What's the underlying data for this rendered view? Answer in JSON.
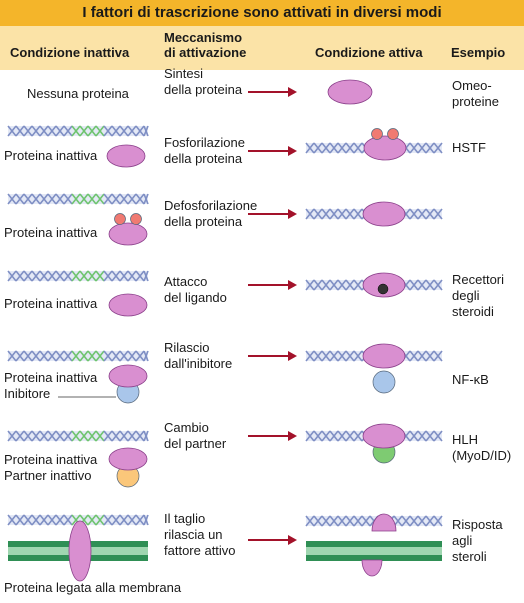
{
  "title": "I fattori di trascrizione sono attivati in diversi modi",
  "headers": {
    "inactive": "Condizione inattiva",
    "mechanism_line1": "Meccanismo",
    "mechanism_line2": "di attivazione",
    "active": "Condizione attiva",
    "example": "Esempio"
  },
  "rows": [
    {
      "inactive": [
        "Nessuna proteina"
      ],
      "mechanism": [
        "Sintesi",
        "della proteina"
      ],
      "example": [
        "Omeo-",
        "proteine"
      ]
    },
    {
      "inactive": [
        "Proteina inattiva"
      ],
      "mechanism": [
        "Fosforilazione",
        "della proteina"
      ],
      "example": [
        "HSTF"
      ]
    },
    {
      "inactive": [
        "Proteina inattiva"
      ],
      "mechanism": [
        "Defosforilazione",
        "della proteina"
      ],
      "example": []
    },
    {
      "inactive": [
        "Proteina inattiva"
      ],
      "mechanism": [
        "Attacco",
        "del ligando"
      ],
      "example": [
        "Recettori",
        "degli",
        "steroidi"
      ]
    },
    {
      "inactive": [
        "Proteina inattiva",
        "Inibitore"
      ],
      "mechanism": [
        "Rilascio",
        "dall'inibitore"
      ],
      "example": [
        "NF-κB"
      ]
    },
    {
      "inactive": [
        "Proteina inattiva",
        "Partner inattivo"
      ],
      "mechanism": [
        "Cambio",
        "del partner"
      ],
      "example": [
        "HLH",
        "(MyoD/ID)"
      ]
    },
    {
      "inactive": [
        "Proteina legata alla membrana"
      ],
      "mechanism": [
        "Il taglio",
        "rilascia un",
        "fattore attivo"
      ],
      "example": [
        "Risposta",
        "agli",
        "steroli"
      ]
    }
  ],
  "colors": {
    "title_bar": "#f4b52a",
    "header_band": "#fbe3a7",
    "protein": "#d98fd0",
    "protein_stroke": "#8a3f8a",
    "phosphate": "#f07a72",
    "inhibitor": "#a9c6ea",
    "partner_active": "#7ecb72",
    "partner_inactive": "#fbc77a",
    "arrow": "#a3122a",
    "dna_strand": "#7f8fc4",
    "dna_site": "#6fc46f",
    "membrane": "#2f8f55"
  }
}
